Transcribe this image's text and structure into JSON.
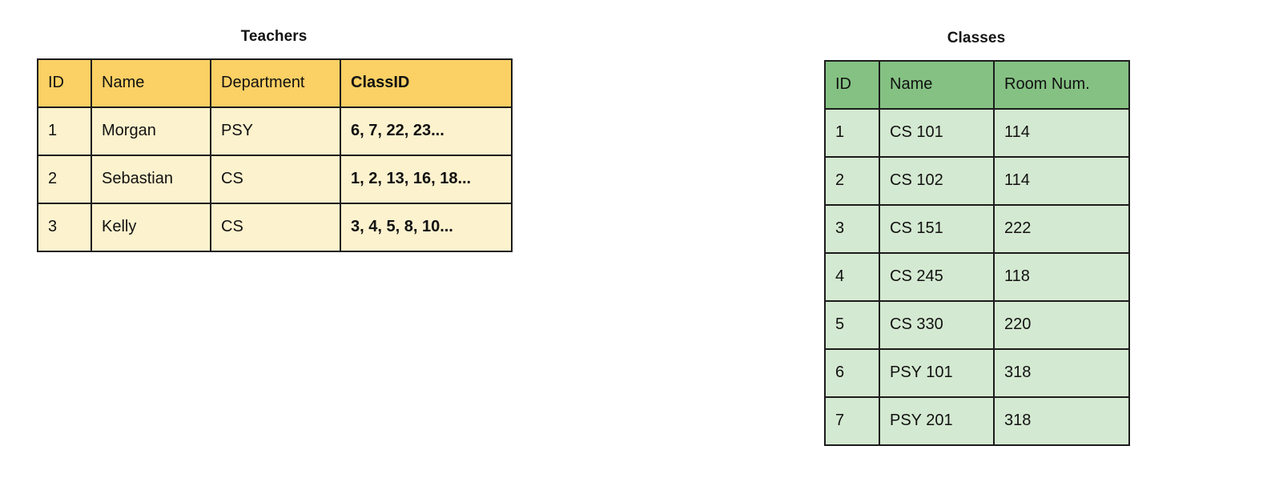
{
  "tables": [
    {
      "id": "teachers",
      "title": "Teachers",
      "accent_header_color": "#fbd064",
      "accent_body_color": "#fdf2ce",
      "columns": [
        {
          "label": "ID",
          "bold": false
        },
        {
          "label": "Name",
          "bold": false
        },
        {
          "label": "Department",
          "bold": false
        },
        {
          "label": "ClassID",
          "bold": true
        }
      ],
      "rows": [
        {
          "id": "1",
          "name": "Morgan",
          "department": "PSY",
          "class_id": "6, 7, 22, 23..."
        },
        {
          "id": "2",
          "name": "Sebastian",
          "department": "CS",
          "class_id": "1, 2, 13, 16, 18..."
        },
        {
          "id": "3",
          "name": "Kelly",
          "department": "CS",
          "class_id": "3, 4, 5, 8, 10..."
        }
      ]
    },
    {
      "id": "classes",
      "title": "Classes",
      "accent_header_color": "#85c183",
      "accent_body_color": "#d4e9d1",
      "columns": [
        {
          "label": "ID",
          "bold": false
        },
        {
          "label": "Name",
          "bold": false
        },
        {
          "label": "Room Num.",
          "bold": false
        }
      ],
      "rows": [
        {
          "id": "1",
          "name": "CS 101",
          "room": "114"
        },
        {
          "id": "2",
          "name": "CS 102",
          "room": "114"
        },
        {
          "id": "3",
          "name": "CS 151",
          "room": "222"
        },
        {
          "id": "4",
          "name": "CS 245",
          "room": "118"
        },
        {
          "id": "5",
          "name": "CS 330",
          "room": "220"
        },
        {
          "id": "6",
          "name": "PSY 101",
          "room": "318"
        },
        {
          "id": "7",
          "name": "PSY 201",
          "room": "318"
        }
      ]
    }
  ]
}
